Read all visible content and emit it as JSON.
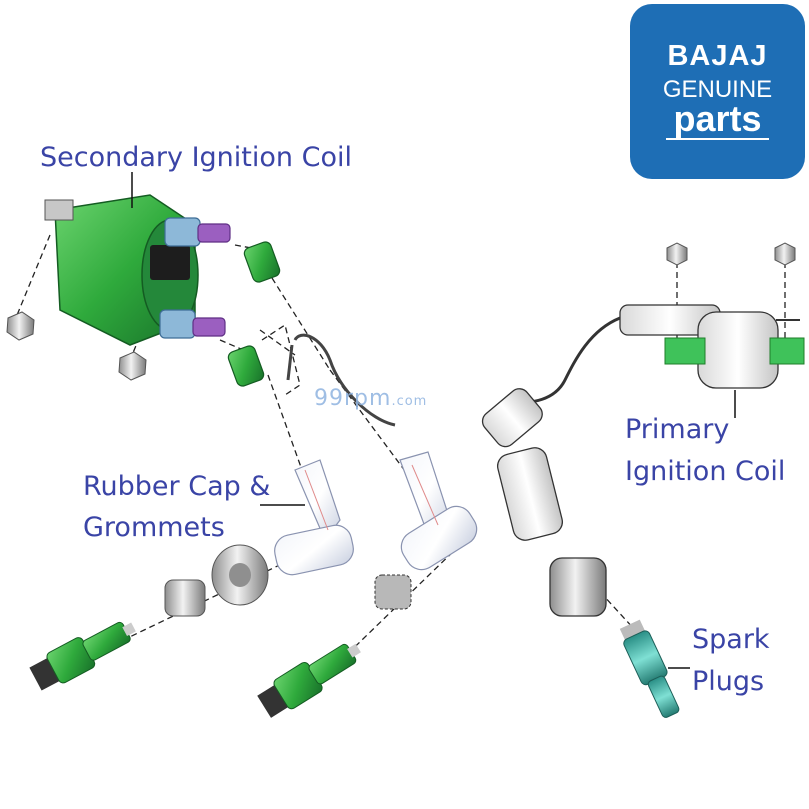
{
  "logo": {
    "brand": "BAJAJ",
    "line1": "GENUINE",
    "line2": "parts",
    "background": "#1e6eb5",
    "text_color": "#ffffff"
  },
  "watermark": {
    "main": "99rpm",
    "suffix": ".com",
    "color": "#8fb3e0"
  },
  "labels": {
    "secondary_coil": "Secondary Ignition Coil",
    "primary_coil_line1": "Primary",
    "primary_coil_line2": "Ignition Coil",
    "rubber_cap_line1": "Rubber Cap &",
    "rubber_cap_line2": "Grommets",
    "spark_plugs_line1": "Spark",
    "spark_plugs_line2": "Plugs",
    "color": "#3a44a6"
  },
  "colors": {
    "coil_green": "#2faa3c",
    "coil_dark_green": "#1f7e2a",
    "connector_blue": "#8db8d8",
    "terminal_purple": "#9b5fc0",
    "metal_gray": "#c9c9c9",
    "plug_teal": "#3fb5a7"
  }
}
